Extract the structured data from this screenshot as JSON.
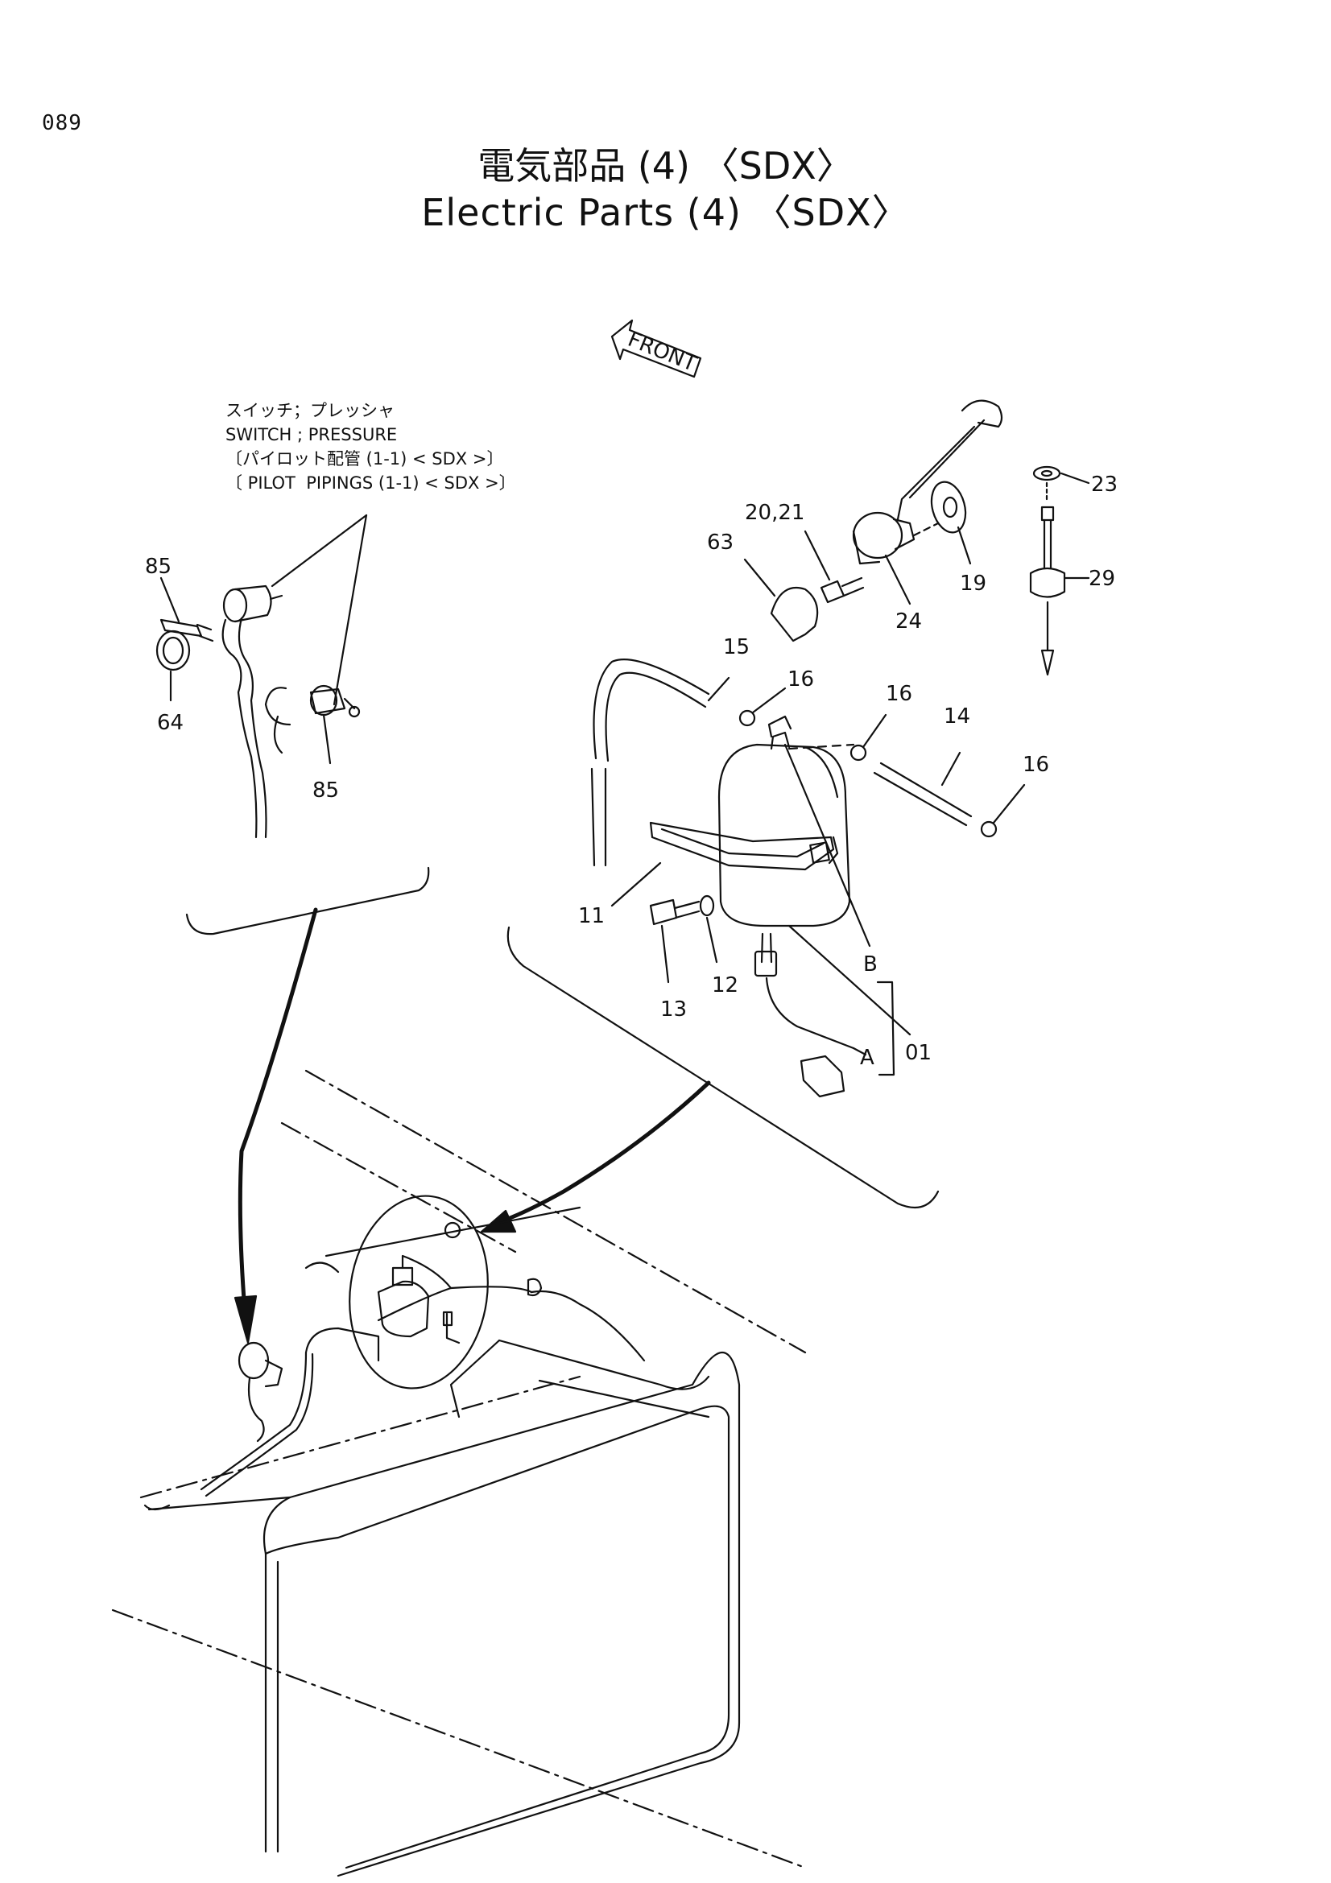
{
  "page": {
    "number": "089",
    "title_jp": "電気部品 (4) 〈SDX〉",
    "title_en": "Electric Parts (4) 〈SDX〉"
  },
  "front_arrow": {
    "label": "FRONT"
  },
  "callout": {
    "line1": "スイッチ；プレッシャ",
    "line2": "SWITCH ; PRESSURE",
    "line3": "〔パイロット配管 (1-1) < SDX >〕",
    "line4": "〔 PILOT  PIPINGS (1-1) < SDX >〕"
  },
  "part_labels": {
    "p85a": "85",
    "p64": "64",
    "p85b": "85",
    "p20_21": "20,21",
    "p63": "63",
    "p23": "23",
    "p29": "29",
    "p19": "19",
    "p24": "24",
    "p15": "15",
    "p16a": "16",
    "p16b": "16",
    "p14": "14",
    "p16c": "16",
    "p11": "11",
    "p12": "12",
    "p13": "13",
    "pB": "B",
    "pA": "A",
    "p01": "01"
  }
}
